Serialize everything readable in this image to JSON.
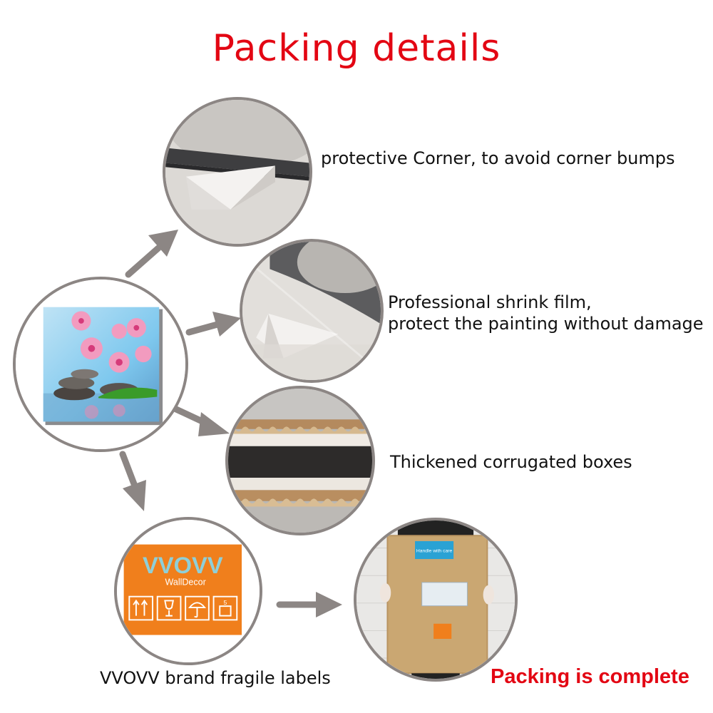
{
  "title": "Packing details",
  "steps": [
    {
      "label": "protective Corner, to avoid corner bumps"
    },
    {
      "line1": "Professional shrink film,",
      "line2": "protect the painting without damage"
    },
    {
      "label": "Thickened corrugated boxes"
    },
    {
      "label": "VVOVV brand fragile labels"
    },
    {
      "label": "Packing is complete"
    }
  ],
  "brand": {
    "name": "VVOVV",
    "sub": "WallDecor"
  },
  "box_sticker": "Handle with care",
  "colors": {
    "title": "#e30613",
    "arrow": "#8c8684",
    "label_orange": "#f07f1c",
    "sticker_blue": "#2aa2d4"
  }
}
